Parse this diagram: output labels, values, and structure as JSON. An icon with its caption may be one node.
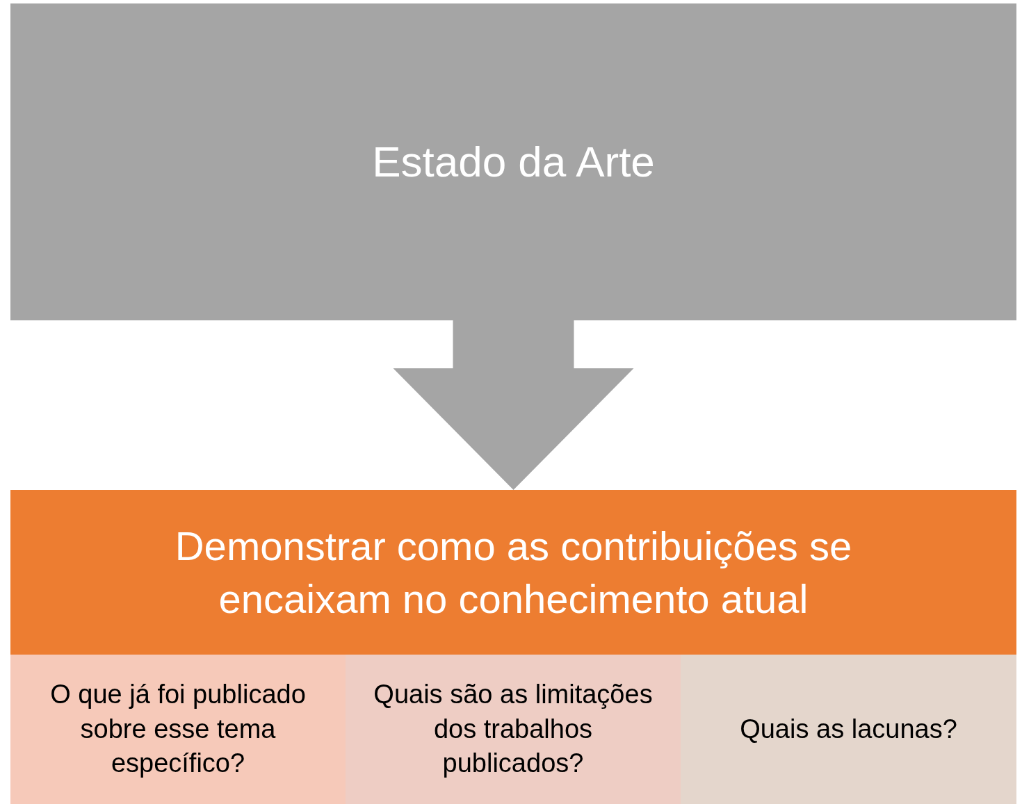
{
  "diagram": {
    "nodes": [
      {
        "text": [
          "Estado da Arte"
        ]
      },
      {
        "text": [
          "Demonstrar como as contribuições se encaixam no conhecimento atual"
        ]
      },
      {
        "text": [
          "O que já foi publicado sobre esse tema específico?"
        ]
      },
      {
        "text": [
          "Quais são as limitações dos trabalhos publicados?"
        ]
      },
      {
        "text": [
          "Quais as lacunas?"
        ]
      }
    ],
    "edges": [
      {
        "from": 0,
        "to": 1,
        "arrow": "to"
      }
    ]
  }
}
